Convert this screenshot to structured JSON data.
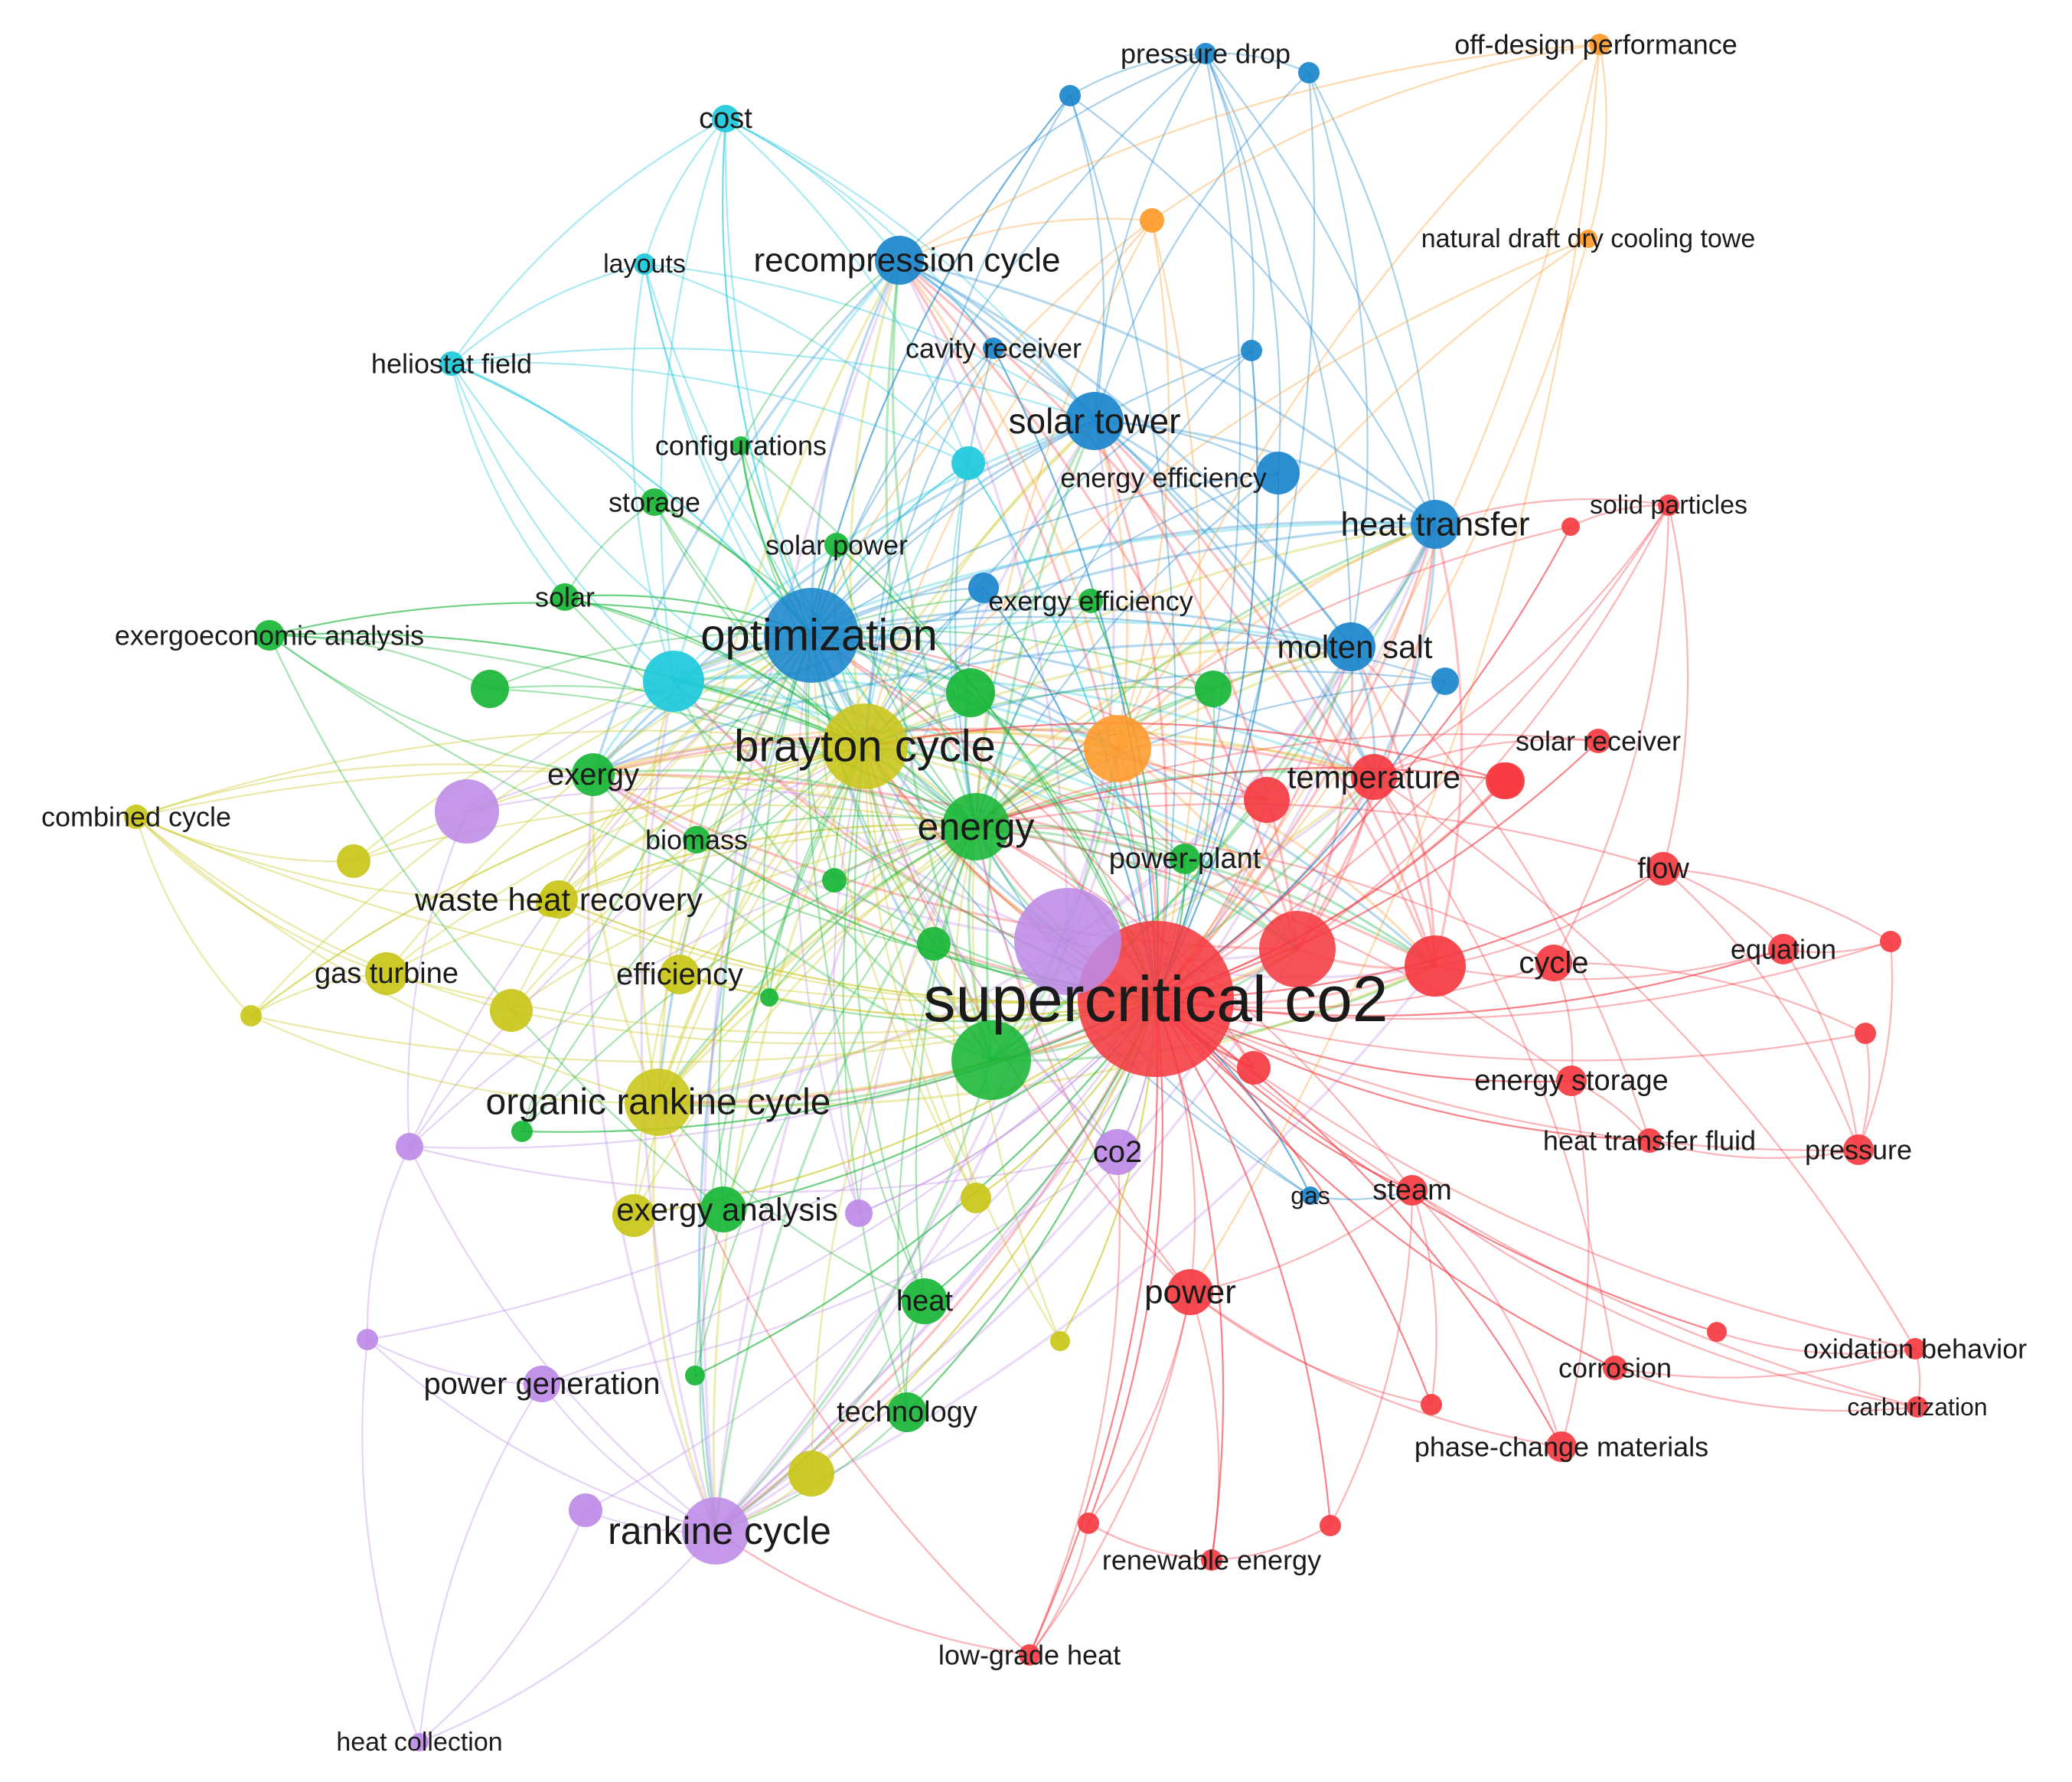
{
  "diagram": {
    "type": "keyword-co-occurrence-network",
    "clusters": {
      "red": "#f53b41",
      "blue": "#1a86cc",
      "cyan": "#1ec9dc",
      "green": "#18b637",
      "yellow": "#c9c519",
      "purple": "#bd8ae6",
      "orange": "#ff9a2a"
    },
    "nodes": [
      {
        "id": "supercritical-co2",
        "label": "supercritical co2",
        "cluster": "red"
      },
      {
        "id": "purple-hub",
        "label": "",
        "cluster": "purple"
      },
      {
        "id": "optimization",
        "label": "optimization",
        "cluster": "blue"
      },
      {
        "id": "brayton-cycle",
        "label": "brayton cycle",
        "cluster": "yellow"
      },
      {
        "id": "energy",
        "label": "energy",
        "cluster": "green"
      },
      {
        "id": "green-hub",
        "label": "",
        "cluster": "green"
      },
      {
        "id": "organic-rankine-cycle",
        "label": "organic rankine cycle",
        "cluster": "yellow"
      },
      {
        "id": "rankine-cycle",
        "label": "rankine cycle",
        "cluster": "purple"
      },
      {
        "id": "cyan-hub",
        "label": "",
        "cluster": "cyan"
      },
      {
        "id": "orange-hub",
        "label": "",
        "cluster": "orange"
      },
      {
        "id": "red-hub-1",
        "label": "",
        "cluster": "red"
      },
      {
        "id": "red-hub-2",
        "label": "",
        "cluster": "red"
      },
      {
        "id": "solar-tower",
        "label": "solar tower",
        "cluster": "blue"
      },
      {
        "id": "recompression-cycle",
        "label": "recompression cycle",
        "cluster": "blue"
      },
      {
        "id": "heat-transfer",
        "label": "heat transfer",
        "cluster": "blue"
      },
      {
        "id": "molten-salt",
        "label": "molten salt",
        "cluster": "blue"
      },
      {
        "id": "temperature",
        "label": "temperature",
        "cluster": "red"
      },
      {
        "id": "red-hub-3",
        "label": "",
        "cluster": "red"
      },
      {
        "id": "red-hub-4",
        "label": "",
        "cluster": "red"
      },
      {
        "id": "cycle",
        "label": "cycle",
        "cluster": "red"
      },
      {
        "id": "exergy",
        "label": "exergy",
        "cluster": "green"
      },
      {
        "id": "purple-node-2",
        "label": "",
        "cluster": "purple"
      },
      {
        "id": "exergy-analysis",
        "label": "exergy analysis",
        "cluster": "green"
      },
      {
        "id": "power",
        "label": "power",
        "cluster": "red"
      },
      {
        "id": "waste-heat-recovery",
        "label": "waste heat recovery",
        "cluster": "yellow"
      },
      {
        "id": "efficiency",
        "label": "efficiency",
        "cluster": "yellow"
      },
      {
        "id": "co2",
        "label": "co2",
        "cluster": "purple"
      },
      {
        "id": "heat",
        "label": "heat",
        "cluster": "green"
      },
      {
        "id": "technology",
        "label": "technology",
        "cluster": "green"
      },
      {
        "id": "power-generation",
        "label": "power generation",
        "cluster": "purple"
      },
      {
        "id": "gas-turbine",
        "label": "gas turbine",
        "cluster": "yellow"
      },
      {
        "id": "yellow-node-1",
        "label": "",
        "cluster": "yellow"
      },
      {
        "id": "yellow-node-2",
        "label": "",
        "cluster": "yellow"
      },
      {
        "id": "yellow-node-3",
        "label": "",
        "cluster": "yellow"
      },
      {
        "id": "combined-cycle",
        "label": "combined cycle",
        "cluster": "yellow"
      },
      {
        "id": "yellow-node-4",
        "label": "",
        "cluster": "yellow"
      },
      {
        "id": "yellow-node-5",
        "label": "",
        "cluster": "yellow"
      },
      {
        "id": "yellow-node-6",
        "label": "",
        "cluster": "yellow"
      },
      {
        "id": "yellow-node-7",
        "label": "",
        "cluster": "yellow"
      },
      {
        "id": "yellow-node-8",
        "label": "",
        "cluster": "yellow"
      },
      {
        "id": "energy-efficiency",
        "label": "energy efficiency",
        "cluster": "blue"
      },
      {
        "id": "exergy-efficiency",
        "label": "exergy efficiency",
        "cluster": "green"
      },
      {
        "id": "solar-power",
        "label": "solar power",
        "cluster": "green"
      },
      {
        "id": "storage",
        "label": "storage",
        "cluster": "green"
      },
      {
        "id": "solar",
        "label": "solar",
        "cluster": "green"
      },
      {
        "id": "exergoeconomic-analysis",
        "label": "exergoeconomic analysis",
        "cluster": "green"
      },
      {
        "id": "green-node-1",
        "label": "",
        "cluster": "green"
      },
      {
        "id": "green-node-2",
        "label": "",
        "cluster": "green"
      },
      {
        "id": "green-node-3",
        "label": "",
        "cluster": "green"
      },
      {
        "id": "biomass",
        "label": "biomass",
        "cluster": "green"
      },
      {
        "id": "green-node-4",
        "label": "",
        "cluster": "green"
      },
      {
        "id": "power-plant",
        "label": "power-plant",
        "cluster": "green"
      },
      {
        "id": "green-node-5",
        "label": "",
        "cluster": "green"
      },
      {
        "id": "green-node-6",
        "label": "",
        "cluster": "green"
      },
      {
        "id": "green-node-7",
        "label": "",
        "cluster": "green"
      },
      {
        "id": "configurations",
        "label": "configurations",
        "cluster": "green"
      },
      {
        "id": "green-node-8",
        "label": "",
        "cluster": "green"
      },
      {
        "id": "cost",
        "label": "cost",
        "cluster": "cyan"
      },
      {
        "id": "layouts",
        "label": "layouts",
        "cluster": "cyan"
      },
      {
        "id": "heliostat-field",
        "label": "heliostat field",
        "cluster": "cyan"
      },
      {
        "id": "cyan-node-1",
        "label": "",
        "cluster": "cyan"
      },
      {
        "id": "cavity-receiver",
        "label": "cavity receiver",
        "cluster": "blue"
      },
      {
        "id": "pressure-drop",
        "label": "pressure drop",
        "cluster": "blue"
      },
      {
        "id": "blue-node-1",
        "label": "",
        "cluster": "blue"
      },
      {
        "id": "blue-node-2",
        "label": "",
        "cluster": "blue"
      },
      {
        "id": "blue-node-3",
        "label": "",
        "cluster": "blue"
      },
      {
        "id": "blue-node-4",
        "label": "",
        "cluster": "blue"
      },
      {
        "id": "blue-node-5",
        "label": "",
        "cluster": "blue"
      },
      {
        "id": "gas",
        "label": "gas",
        "cluster": "blue"
      },
      {
        "id": "off-design-performance",
        "label": "off-design performance",
        "cluster": "orange"
      },
      {
        "id": "orange-node-1",
        "label": "",
        "cluster": "orange"
      },
      {
        "id": "natural-draft-dry-cooling-towe",
        "label": "natural draft dry cooling towe",
        "cluster": "orange"
      },
      {
        "id": "solid-particles",
        "label": "solid particles",
        "cluster": "red"
      },
      {
        "id": "red-node-1",
        "label": "",
        "cluster": "red"
      },
      {
        "id": "solar-receiver",
        "label": "solar receiver",
        "cluster": "red"
      },
      {
        "id": "red-node-2",
        "label": "",
        "cluster": "red"
      },
      {
        "id": "flow",
        "label": "flow",
        "cluster": "red"
      },
      {
        "id": "equation",
        "label": "equation",
        "cluster": "red"
      },
      {
        "id": "red-node-3",
        "label": "",
        "cluster": "red"
      },
      {
        "id": "red-node-4",
        "label": "",
        "cluster": "red"
      },
      {
        "id": "energy-storage",
        "label": "energy storage",
        "cluster": "red"
      },
      {
        "id": "heat-transfer-fluid",
        "label": "heat transfer fluid",
        "cluster": "red"
      },
      {
        "id": "pressure",
        "label": "pressure",
        "cluster": "red"
      },
      {
        "id": "steam",
        "label": "steam",
        "cluster": "red"
      },
      {
        "id": "red-node-5",
        "label": "",
        "cluster": "red"
      },
      {
        "id": "red-node-6",
        "label": "",
        "cluster": "red"
      },
      {
        "id": "corrosion",
        "label": "corrosion",
        "cluster": "red"
      },
      {
        "id": "oxidation-behavior",
        "label": "oxidation behavior",
        "cluster": "red"
      },
      {
        "id": "carburization",
        "label": "carburization",
        "cluster": "red"
      },
      {
        "id": "phase-change-materials",
        "label": "phase-change materials",
        "cluster": "red"
      },
      {
        "id": "red-node-7",
        "label": "",
        "cluster": "red"
      },
      {
        "id": "renewable-energy",
        "label": "renewable energy",
        "cluster": "red"
      },
      {
        "id": "red-node-8",
        "label": "",
        "cluster": "red"
      },
      {
        "id": "red-node-9",
        "label": "",
        "cluster": "red"
      },
      {
        "id": "low-grade-heat",
        "label": "low-grade heat",
        "cluster": "red"
      },
      {
        "id": "purple-node-3",
        "label": "",
        "cluster": "purple"
      },
      {
        "id": "purple-node-4",
        "label": "",
        "cluster": "purple"
      },
      {
        "id": "purple-node-5",
        "label": "",
        "cluster": "purple"
      },
      {
        "id": "purple-node-6",
        "label": "",
        "cluster": "purple"
      },
      {
        "id": "heat-collection",
        "label": "heat collection",
        "cluster": "purple"
      }
    ]
  }
}
